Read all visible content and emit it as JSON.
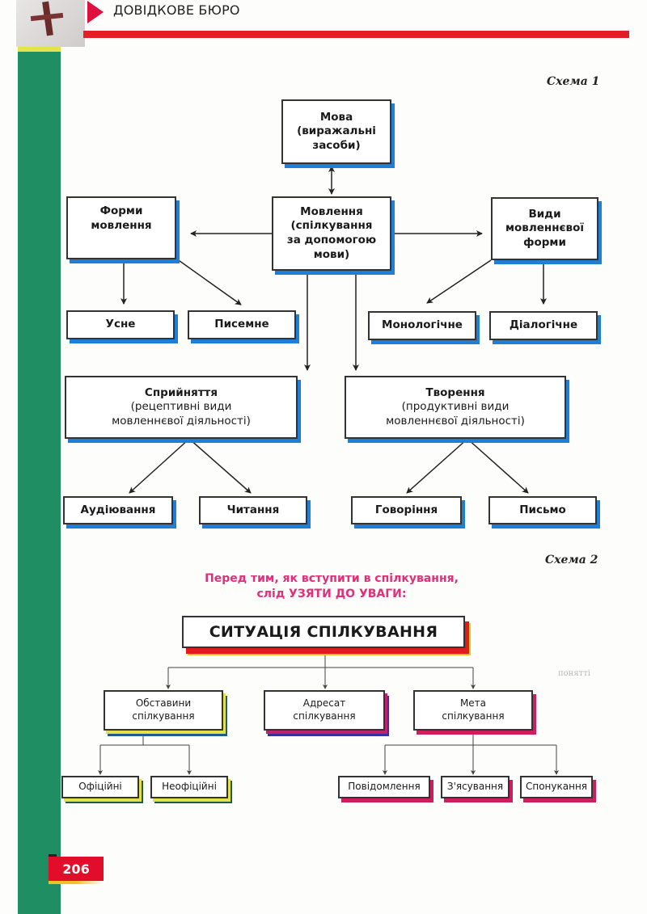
{
  "header": {
    "title": "ДОВІДКОВЕ БЮРО"
  },
  "scheme1": {
    "label": "Схема 1",
    "mova": [
      "Мова",
      "(виражальні",
      "засоби)"
    ],
    "movlennia": [
      "Мовлення",
      "(спілкування",
      "за допомогою",
      "мови)"
    ],
    "formy": [
      "Форми",
      "мовлення"
    ],
    "vydy": [
      "Види",
      "мовленнєвої",
      "форми"
    ],
    "usne": "Усне",
    "pysemne": "Писемне",
    "monologichne": "Монологічне",
    "dialogichne": "Діалогічне",
    "spryiniattia": {
      "title": "Сприйняття",
      "sub1": "(рецептивні види",
      "sub2": "мовленнєвої діяльності)"
    },
    "tvorennia": {
      "title": "Творення",
      "sub1": "(продуктивні види",
      "sub2": "мовленнєвої діяльності)"
    },
    "audiiuvannia": "Аудіювання",
    "chytannia": "Читання",
    "hovorinnia": "Говоріння",
    "pysmo": "Письмо"
  },
  "scheme2": {
    "label": "Схема 2",
    "intro_line1": "Перед тим, як вступити в спілкування,",
    "intro_line2": "слід УЗЯТИ ДО УВАГИ:",
    "situation": "СИТУАЦІЯ СПІЛКУВАННЯ",
    "obstavyny": [
      "Обставини",
      "спілкування"
    ],
    "adresat": [
      "Адресат",
      "спілкування"
    ],
    "meta": [
      "Мета",
      "спілкування"
    ],
    "ofitsiini": "Офіційні",
    "neofitsiini": "Неофіційні",
    "povidomlennia": "Повідомлення",
    "ziasuvannia": "З'ясування",
    "sponukannia": "Спонукання",
    "faint_text": "понятті"
  },
  "page_number": "206",
  "colors": {
    "header_red": "#e31e24",
    "side_green": "#1f8f63",
    "scheme1_shadow_blue": "#1f7fd6",
    "intro_pink": "#e0307a"
  }
}
